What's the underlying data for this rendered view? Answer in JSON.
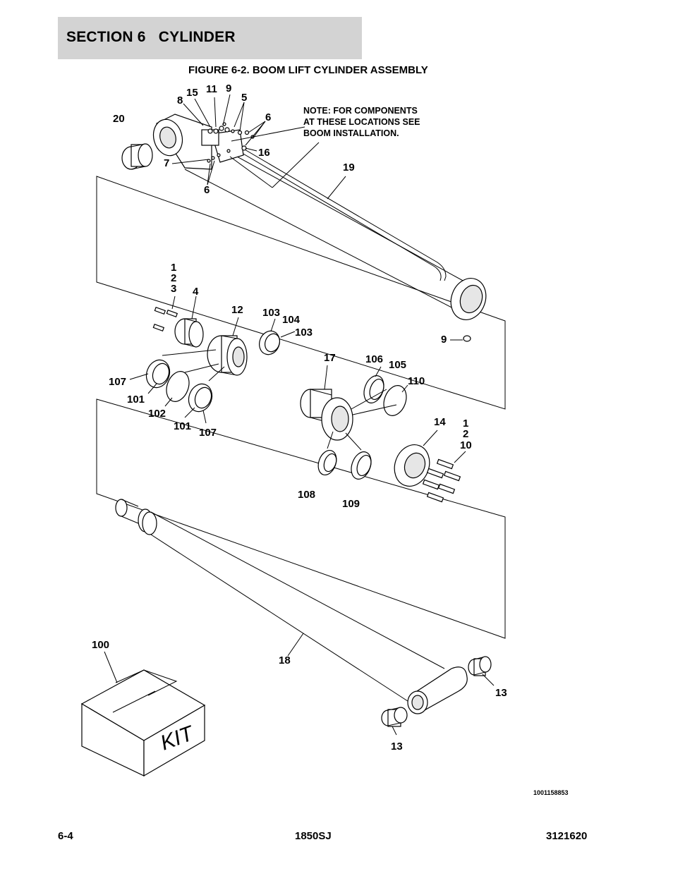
{
  "header": {
    "section": "SECTION 6   CYLINDER",
    "figure_title": "FIGURE 6-2. BOOM LIFT CYLINDER ASSEMBLY"
  },
  "note": {
    "line1": "NOTE: FOR COMPONENTS",
    "line2": "AT THESE LOCATIONS SEE",
    "line3": "BOOM INSTALLATION."
  },
  "callouts": {
    "c20": "20",
    "c8": "8",
    "c15": "15",
    "c11": "11",
    "c9a": "9",
    "c5": "5",
    "c6a": "6",
    "c16": "16",
    "c7": "7",
    "c6b": "6",
    "c19": "19",
    "c1a": "1",
    "c2a": "2",
    "c3": "3",
    "c4": "4",
    "c12": "12",
    "c103a": "103",
    "c104": "104",
    "c103b": "103",
    "c9b": "9",
    "c17": "17",
    "c106": "106",
    "c105": "105",
    "c110": "110",
    "c107a": "107",
    "c101a": "101",
    "c102": "102",
    "c101b": "101",
    "c107b": "107",
    "c14": "14",
    "c1b": "1",
    "c2b": "2",
    "c10": "10",
    "c108": "108",
    "c109": "109",
    "c100": "100",
    "c18": "18",
    "c13a": "13",
    "c13b": "13"
  },
  "kit_label": "KIT",
  "drawing_number": "1001158853",
  "footer": {
    "page": "6-4",
    "model": "1850SJ",
    "doc_number": "3121620"
  }
}
